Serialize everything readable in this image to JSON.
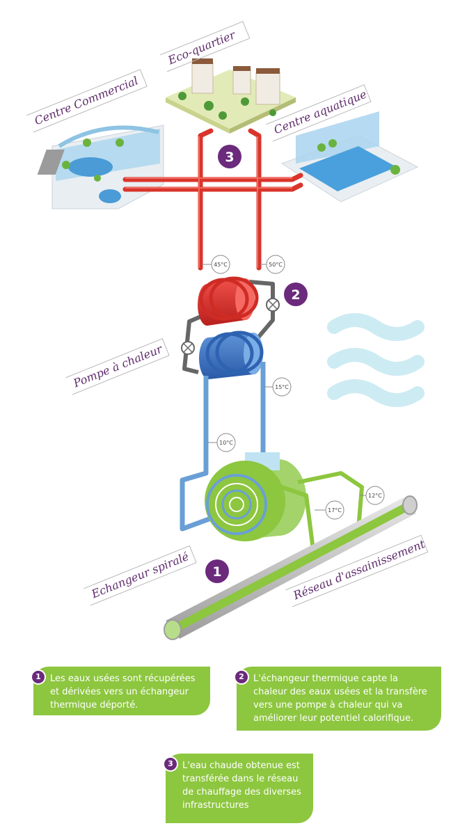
{
  "labels": {
    "centre_commercial": "Centre Commercial",
    "eco_quartier": "Eco-quartier",
    "centre_aquatique": "Centre aquatique",
    "pompe_a_chaleur": "Pompe à chaleur",
    "echangeur_spirale": "Echangeur spiralé",
    "reseau_assainissement": "Réseau d'assainissement"
  },
  "temperatures": {
    "t45": "45°C",
    "t50": "50°C",
    "t15": "15°C",
    "t10": "10°C",
    "t17": "17°C",
    "t12": "12°C"
  },
  "step_numbers": {
    "one": "1",
    "two": "2",
    "three": "3"
  },
  "steps": [
    {
      "number": "1",
      "text": "Les eaux usées sont récupérées et dérivées vers un échangeur thermique déporté."
    },
    {
      "number": "2",
      "text": "L'échangeur thermique capte la chaleur des eaux usées et la transfère vers une pompe à chaleur qui va améliorer leur potentiel calorifique."
    },
    {
      "number": "3",
      "text": "L'eau chaude obtenue est transférée dans le réseau de chauffage des diverses infrastructures"
    }
  ],
  "colors": {
    "hot_pipe": "#d9352b",
    "cold_pipe": "#6a9fd6",
    "green_pipe": "#8dc63f",
    "badge": "#6b2a7c",
    "label_text": "#5e2a6b",
    "wave": "#cdebf3"
  }
}
